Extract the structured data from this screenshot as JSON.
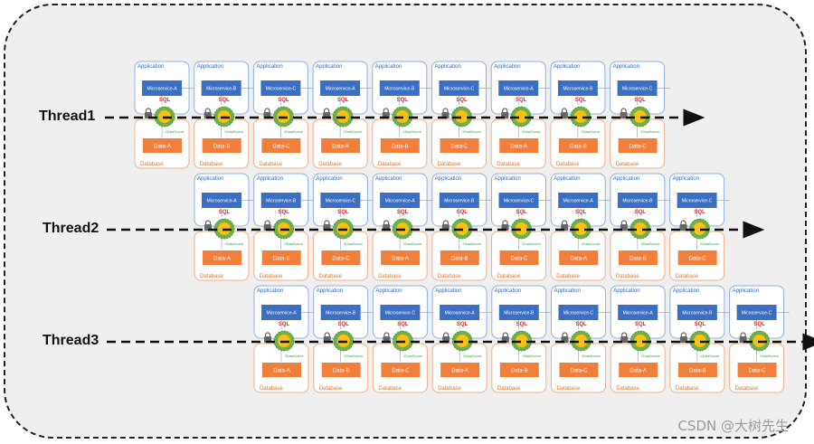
{
  "labels": {
    "application": "Application",
    "database": "Database",
    "sql": "SQL",
    "datasource": "XDataSource",
    "services": [
      "Microservice-A",
      "Microservice-B",
      "Microservice-C"
    ],
    "data": [
      "Data-A",
      "Data-B",
      "Data-C"
    ]
  },
  "threads": [
    {
      "name": "Thread1",
      "steps": 9
    },
    {
      "name": "Thread2",
      "steps": 9
    },
    {
      "name": "Thread3",
      "steps": 9
    }
  ],
  "watermark": "CSDN @大树先生",
  "colors": {
    "service_box": "#3b6fc4",
    "data_box": "#f07f3c",
    "app_border": "#8fb0e0",
    "db_border": "#f2b08a",
    "app_text": "#2f6ac0",
    "db_text": "#e8722c",
    "sql_text": "#e0222e",
    "ring": "#6ab04c",
    "core": "#f6c218",
    "lock": "#666666",
    "ds_text": "#3ca04a"
  }
}
